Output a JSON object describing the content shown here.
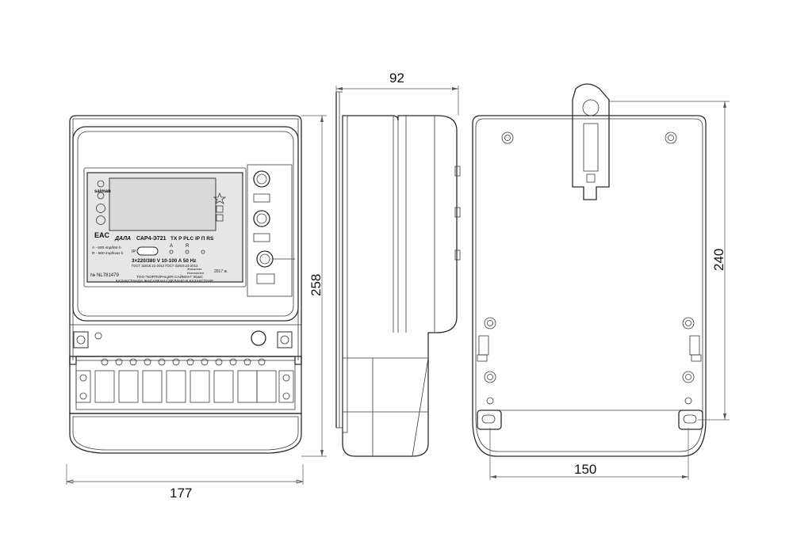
{
  "dimensions": {
    "front_width": "177",
    "side_depth": "92",
    "total_height": "258",
    "back_width": "150",
    "back_height": "240"
  },
  "nameplate": {
    "brand": "saiman",
    "model_prefix": "ДАЛА",
    "model": "САР4-Э721",
    "interfaces": "TX P PLC IP П RS",
    "indicator_a": "A",
    "indicator_r": "R",
    "ip_label": "IP",
    "const_a": "A - 600 imp/kW·h",
    "const_r": "R - 600 imp/kvar·h",
    "rating": "3×220/380 V  10-100 A  50 Hz",
    "standards": "ГОСТ 31818.21-2012  ГОСТ 31819.23-2012",
    "year": "2017 ж.",
    "serial": "№ NL781479",
    "made_kz": "Жасалған",
    "made_ru": "Изготовлен",
    "maker": "ТОО \"КОРПОРАЦИЯ САЙМАН\" ЖШС",
    "origin": "ҚАЗАҚСТАНДА ЖАСАЛҒАН  СДЕЛАНО В КАЗАХСТАНЕ",
    "eac": "EAC"
  }
}
